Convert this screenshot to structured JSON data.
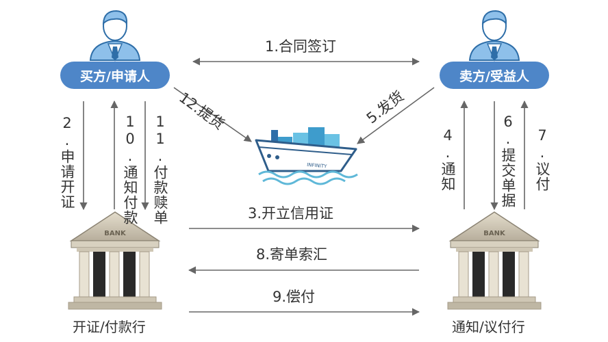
{
  "parties": {
    "buyer": "买方/申请人",
    "seller": "卖方/受益人",
    "issuing_bank": "开证/付款行",
    "advising_bank": "通知/议付行"
  },
  "bank_sign": "BANK",
  "ship_brand": "INFINITY",
  "steps": {
    "s1": "1.合同签订",
    "s2": "2.申请开证",
    "s3": "3.开立信用证",
    "s4": "4.通知",
    "s5": "5.发货",
    "s6": "6.提交单据",
    "s7": "7.议付",
    "s8": "8.寄单索汇",
    "s9": "9.偿付",
    "s10": "10.通知付款",
    "s11": "11.付款赎单",
    "s12": "12.提货"
  },
  "colors": {
    "pill": "#4e86c8",
    "arrow": "#666666",
    "person": "#7fb3e0",
    "ship": "#5fb8d8",
    "bank": "#c9c2b3"
  }
}
